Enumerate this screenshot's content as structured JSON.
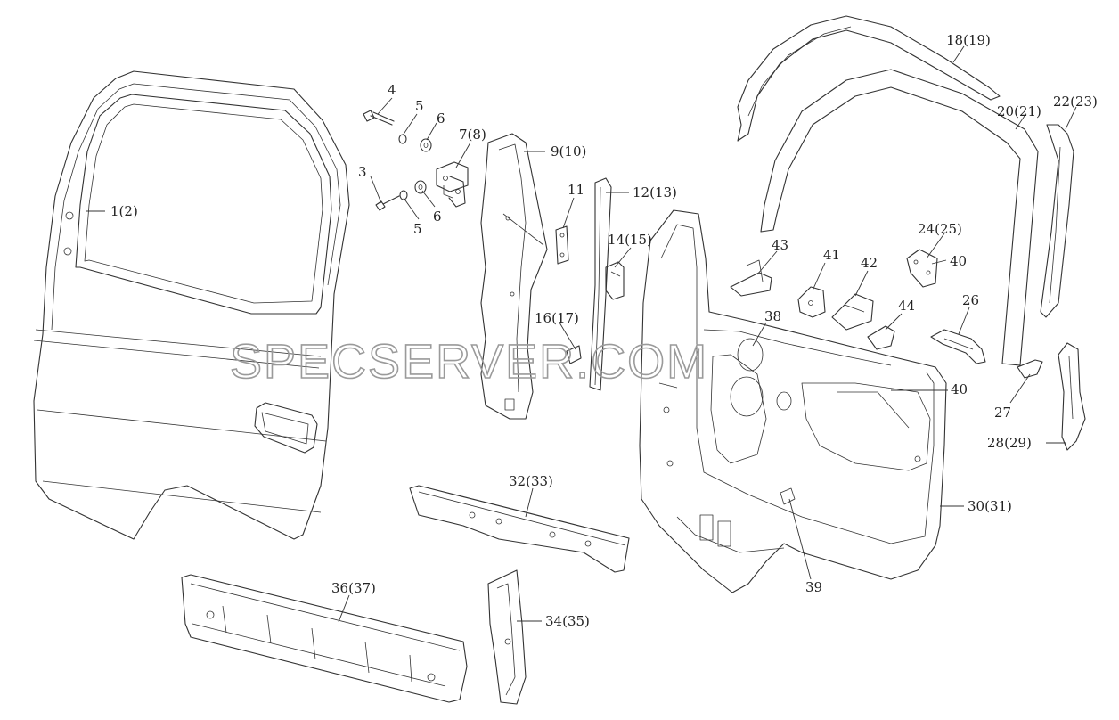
{
  "labels": {
    "l_1_2": "1(2)",
    "l_3": "3",
    "l_4": "4",
    "l_5a": "5",
    "l_5b": "5",
    "l_6a": "6",
    "l_6b": "6",
    "l_7_8": "7(8)",
    "l_9_10": "9(10)",
    "l_11": "11",
    "l_12_13": "12(13)",
    "l_14_15": "14(15)",
    "l_16_17": "16(17)",
    "l_18_19": "18(19)",
    "l_20_21": "20(21)",
    "l_22_23": "22(23)",
    "l_24_25": "24(25)",
    "l_26": "26",
    "l_27": "27",
    "l_28_29": "28(29)",
    "l_30_31": "30(31)",
    "l_32_33": "32(33)",
    "l_34_35": "34(35)",
    "l_36_37": "36(37)",
    "l_38": "38",
    "l_39": "39",
    "l_40a": "40",
    "l_40b": "40",
    "l_41": "41",
    "l_42": "42",
    "l_43": "43",
    "l_44": "44"
  },
  "watermark": "SPECSERVER.COM"
}
